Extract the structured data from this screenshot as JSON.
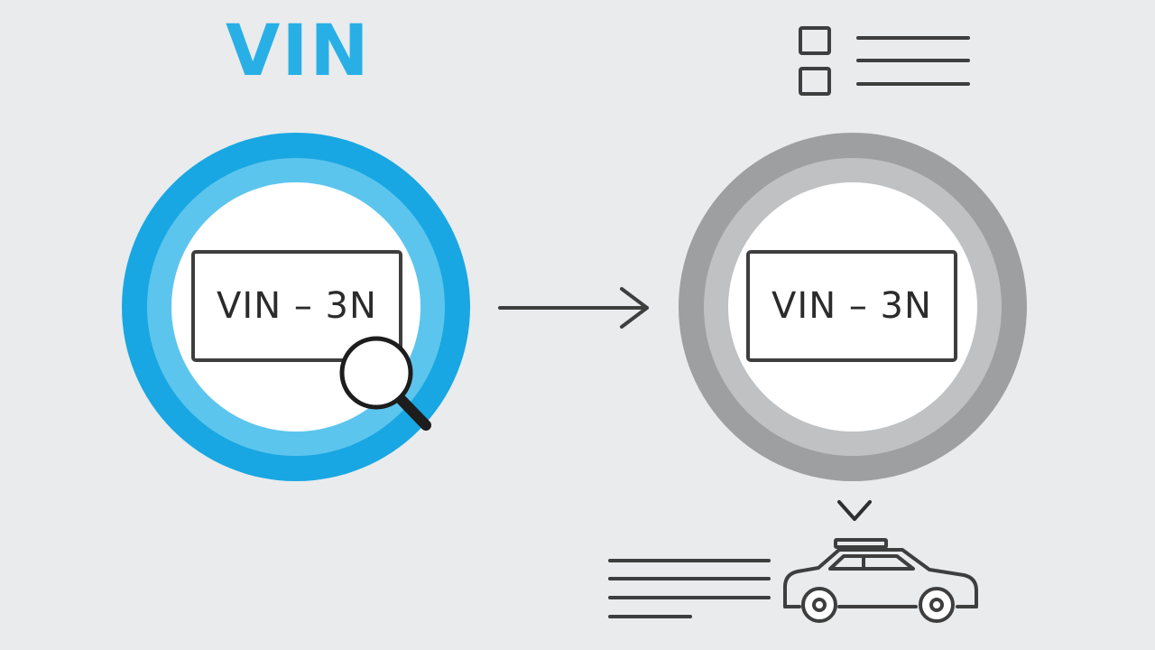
{
  "header": {
    "title": "VIN"
  },
  "source_panel": {
    "plate_text": "VIN – 3N"
  },
  "result_panel": {
    "plate_text": "VIN – 3N"
  },
  "colors": {
    "title": "#28b0e6",
    "blue_ring_outer": "#18a7e2",
    "blue_ring_inner": "#5cc5ee",
    "grey_ring_outer": "#9d9fa1",
    "grey_ring_inner": "#bfc1c3",
    "stroke": "#3e3e3e",
    "background": "#e9ebed"
  },
  "icons": [
    "magnifier-icon",
    "arrow-right-icon",
    "document-list-icon",
    "chevron-down-icon",
    "car-icon"
  ]
}
